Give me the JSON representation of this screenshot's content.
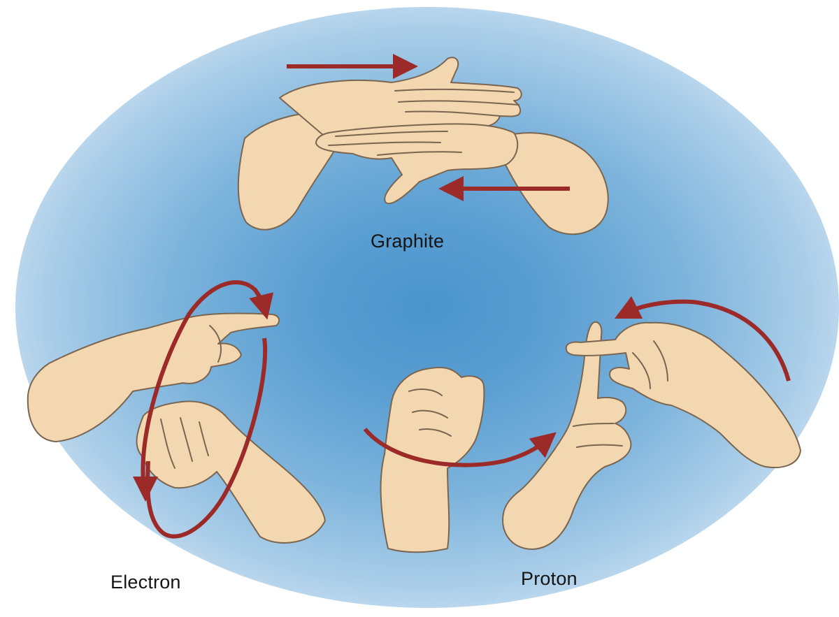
{
  "labels": {
    "graphite": "Graphite",
    "electron": "Electron",
    "proton": "Proton"
  },
  "colors": {
    "skin": "#f3d7b0",
    "outline": "#7a6550",
    "arrow": "#9c2a28",
    "background_center": "#4a94cc"
  }
}
